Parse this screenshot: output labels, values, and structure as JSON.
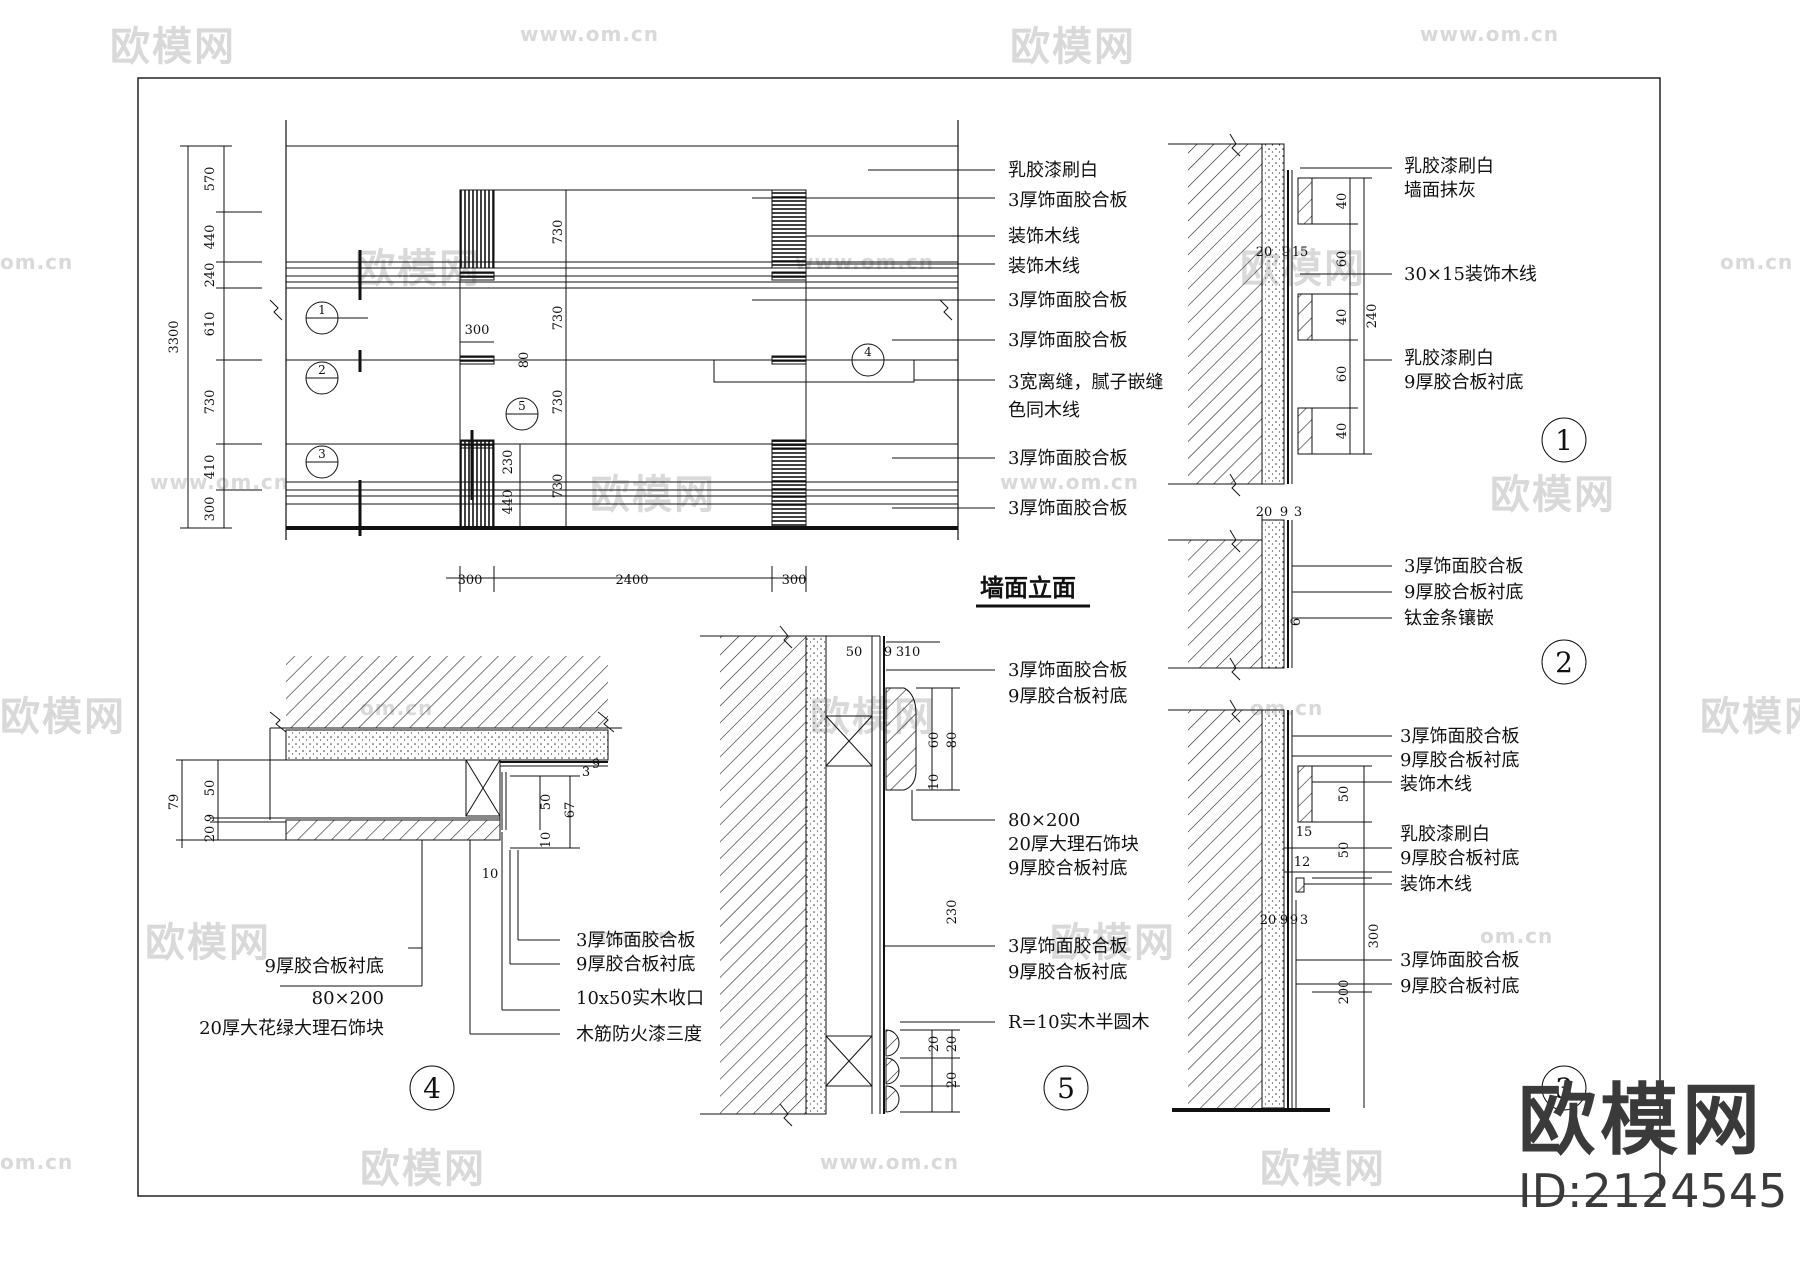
{
  "title": "墙面立面",
  "brand": {
    "logo": "欧模网",
    "id": "ID:2124545"
  },
  "watermarks": {
    "cn": "欧模网",
    "url": "www.om.cn",
    "url_short": "om.cn"
  },
  "elevation": {
    "left_dims": [
      "570",
      "440",
      "240",
      "610",
      "730",
      "410",
      "300"
    ],
    "total_height": "3300",
    "mid_dims": [
      "730",
      "730",
      "730",
      "730"
    ],
    "bottom_dims": [
      "300",
      "2400",
      "300"
    ],
    "small_dims": [
      "300",
      "80",
      "230",
      "440"
    ],
    "section_marks": [
      "1",
      "2",
      "3",
      "4",
      "5"
    ],
    "callouts": [
      "乳胶漆刷白",
      "3厚饰面胶合板",
      "装饰木线",
      "装饰木线",
      "3厚饰面胶合板",
      "3厚饰面胶合板",
      "3宽离缝，腻子嵌缝",
      "色同木线",
      "3厚饰面胶合板",
      "3厚饰面胶合板"
    ]
  },
  "detail1": {
    "number": "1",
    "labels": [
      "乳胶漆刷白",
      "墙面抹灰",
      "30×15装饰木线",
      "乳胶漆刷白",
      "9厚胶合板衬底"
    ],
    "dims": [
      "40",
      "60",
      "40",
      "60",
      "40",
      "240"
    ],
    "top_dims": [
      "20",
      "9",
      "15"
    ]
  },
  "detail2": {
    "number": "2",
    "labels": [
      "3厚饰面胶合板",
      "9厚胶合板衬底",
      "钛金条镶嵌"
    ],
    "top_dims": [
      "20",
      "9",
      "3"
    ],
    "dims": [
      "6"
    ]
  },
  "detail3": {
    "number": "3",
    "labels": [
      "3厚饰面胶合板",
      "9厚胶合板衬底",
      "装饰木线",
      "乳胶漆刷白",
      "9厚胶合板衬底",
      "装饰木线",
      "3厚饰面胶合板",
      "9厚胶合板衬底"
    ],
    "dims": [
      "50",
      "15",
      "50",
      "12",
      "300",
      "200"
    ],
    "bottom_dims": [
      "20",
      "9",
      "9",
      "3"
    ]
  },
  "detail4": {
    "number": "4",
    "labels": [
      "3厚饰面胶合板",
      "9厚胶合板衬底",
      "10x50实木收口",
      "木筋防火漆三度",
      "9厚胶合板衬底",
      "80×200",
      "20厚大花绿大理石饰块"
    ],
    "dims": [
      "79",
      "50",
      "20",
      "9",
      "50",
      "67",
      "10",
      "10",
      "3",
      "9"
    ]
  },
  "detail5": {
    "number": "5",
    "labels": [
      "3厚饰面胶合板",
      "9厚胶合板衬底",
      "80×200",
      "20厚大理石饰块",
      "9厚胶合板衬底",
      "3厚饰面胶合板",
      "9厚胶合板衬底",
      "R=10实木半圆木"
    ],
    "dims": [
      "50",
      "9",
      "3",
      "10",
      "60",
      "80",
      "10",
      "230",
      "20",
      "20",
      "20"
    ]
  }
}
